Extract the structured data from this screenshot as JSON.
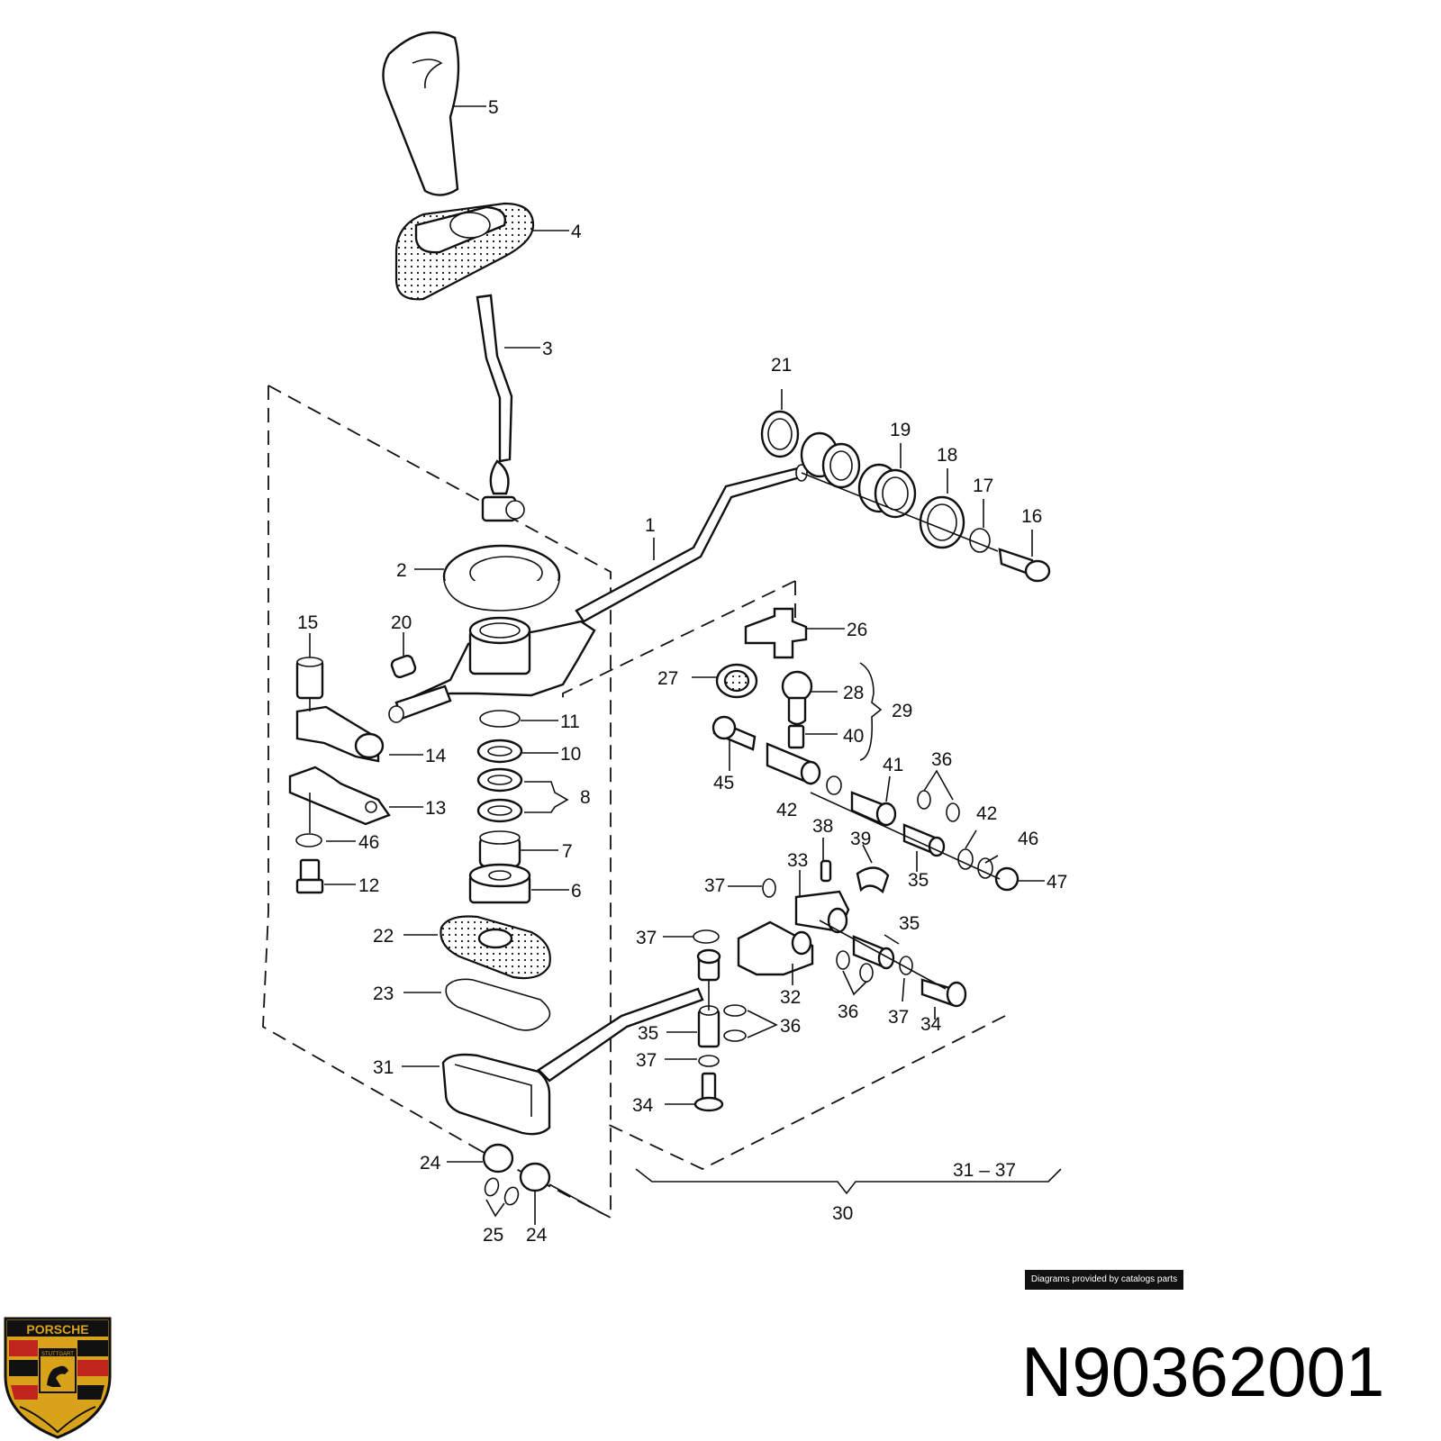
{
  "labels": {
    "l1": "1",
    "l2": "2",
    "l3": "3",
    "l4": "4",
    "l5": "5",
    "l6": "6",
    "l7": "7",
    "l8": "8",
    "l10": "10",
    "l11": "11",
    "l12": "12",
    "l13": "13",
    "l14": "14",
    "l15": "15",
    "l16": "16",
    "l17": "17",
    "l18": "18",
    "l19": "19",
    "l20": "20",
    "l21": "21",
    "l22": "22",
    "l23": "23",
    "l24a": "24",
    "l24b": "24",
    "l25": "25",
    "l26": "26",
    "l27": "27",
    "l28": "28",
    "l29": "29",
    "l30": "30",
    "l31": "31",
    "l31_37": "31 – 37",
    "l32": "32",
    "l33": "33",
    "l34a": "34",
    "l34b": "34",
    "l35a": "35",
    "l35b": "35",
    "l35c": "35",
    "l36a": "36",
    "l36b": "36",
    "l36c": "36",
    "l37a": "37",
    "l37b": "37",
    "l37c": "37",
    "l37d": "37",
    "l38": "38",
    "l39": "39",
    "l40": "40",
    "l41": "41",
    "l42a": "42",
    "l42b": "42",
    "l45": "45",
    "l46a": "46",
    "l46b": "46",
    "l47": "47"
  },
  "credit": "Diagrams provided by catalogs parts",
  "part_number": "N90362001",
  "logo": {
    "brand": "PORSCHE",
    "city": "STUTTGART",
    "colors": {
      "gold": "#d9a21b",
      "red": "#c0241c",
      "black": "#111111"
    }
  }
}
